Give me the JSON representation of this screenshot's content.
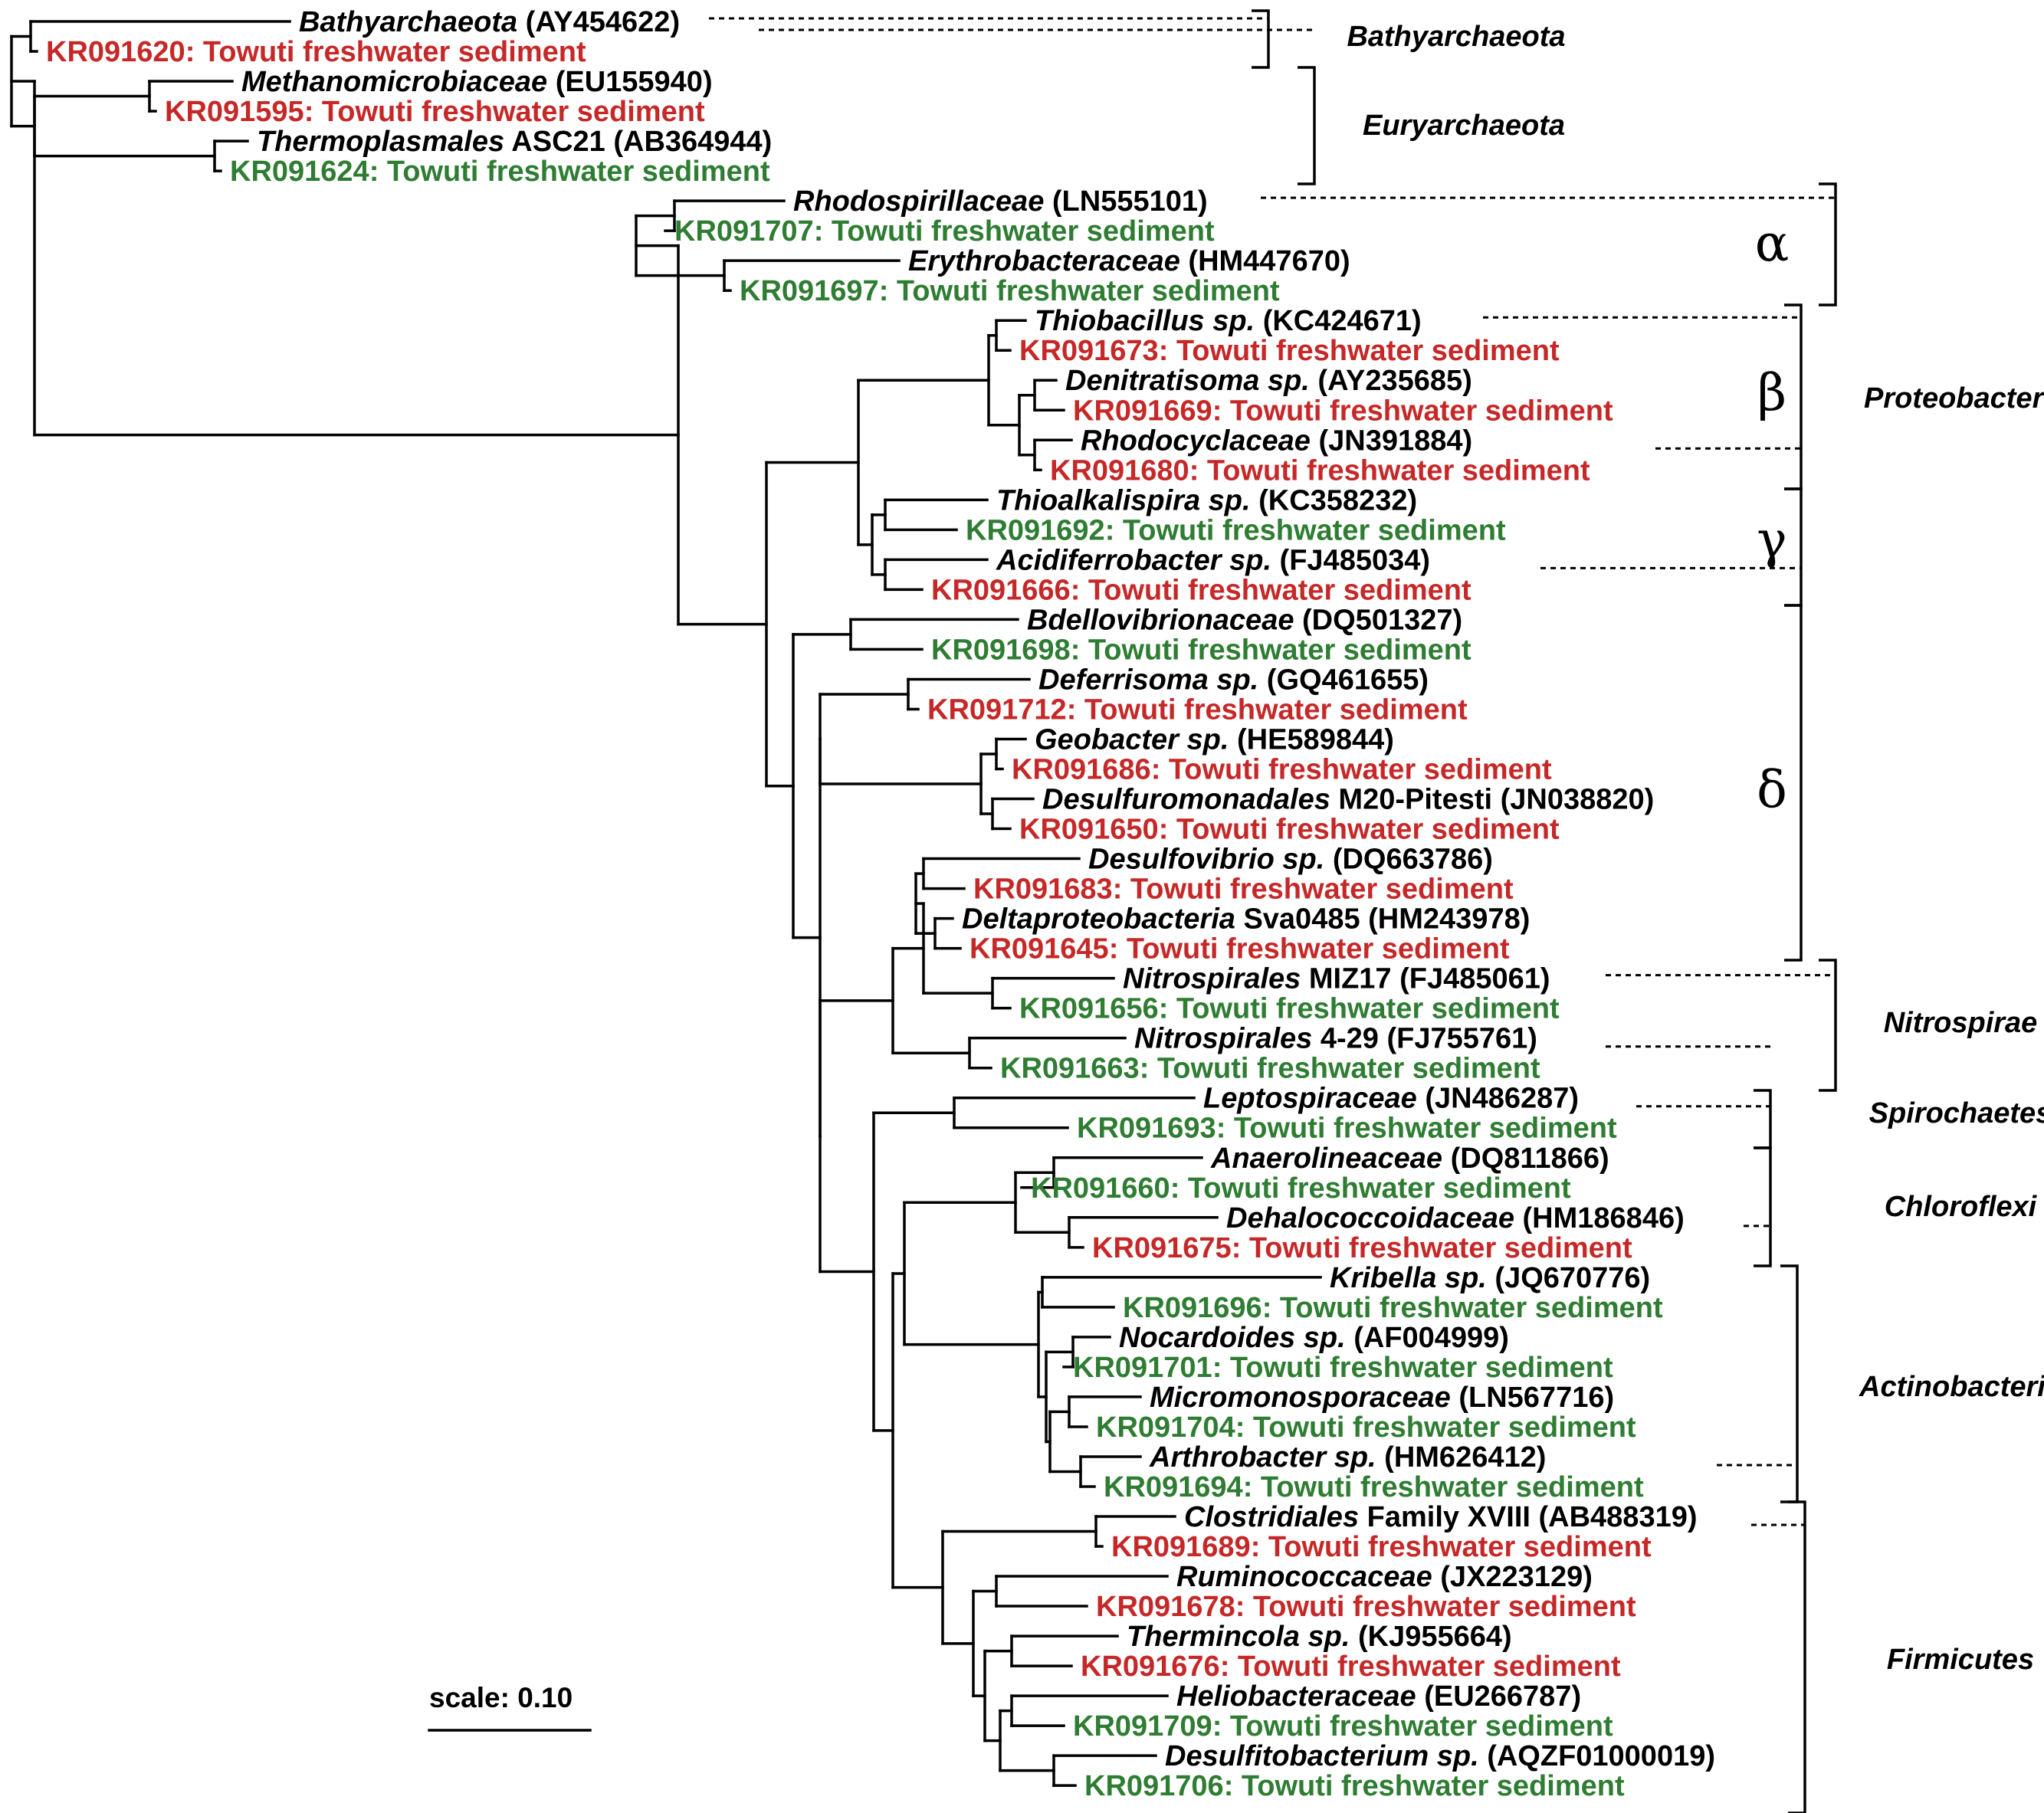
{
  "colors": {
    "black": "#000000",
    "red": "#c62828",
    "green": "#2e7d32"
  },
  "scale": {
    "label": "scale: 0.10"
  },
  "phyla": [
    "Bathyarchaeota",
    "Euryarchaeota",
    "Proteobacteria",
    "Nitrospirae",
    "Spirochaetes",
    "Chloroflexi",
    "Actinobacteria",
    "Firmicutes"
  ],
  "classes": [
    "α",
    "β",
    "γ",
    "δ"
  ],
  "leaves": [
    {
      "type": "ref",
      "italic": "Bathyarchaeota",
      "rest": " (AY454622)"
    },
    {
      "type": "red",
      "text": "KR091620: Towuti freshwater sediment"
    },
    {
      "type": "ref",
      "italic": "Methanomicrobiaceae",
      "rest": " (EU155940)"
    },
    {
      "type": "red",
      "text": "KR091595: Towuti freshwater sediment"
    },
    {
      "type": "ref",
      "italic": "Thermoplasmales",
      "rest": " ASC21 (AB364944)"
    },
    {
      "type": "green",
      "text": "KR091624: Towuti freshwater sediment"
    },
    {
      "type": "ref",
      "italic": "Rhodospirillaceae",
      "rest": " (LN555101)"
    },
    {
      "type": "green",
      "text": "KR091707: Towuti freshwater sediment"
    },
    {
      "type": "ref",
      "italic": "Erythrobacteraceae",
      "rest": " (HM447670)"
    },
    {
      "type": "green",
      "text": "KR091697: Towuti freshwater sediment"
    },
    {
      "type": "ref",
      "italic": "Thiobacillus sp.",
      "rest": " (KC424671)"
    },
    {
      "type": "red",
      "text": "KR091673: Towuti freshwater sediment"
    },
    {
      "type": "ref",
      "italic": "Denitratisoma sp.",
      "rest": " (AY235685)"
    },
    {
      "type": "red",
      "text": "KR091669: Towuti freshwater sediment"
    },
    {
      "type": "ref",
      "italic": "Rhodocyclaceae",
      "rest": " (JN391884)"
    },
    {
      "type": "red",
      "text": "KR091680: Towuti freshwater sediment"
    },
    {
      "type": "ref",
      "italic": "Thioalkalispira sp.",
      "rest": " (KC358232)"
    },
    {
      "type": "green",
      "text": "KR091692: Towuti freshwater sediment"
    },
    {
      "type": "ref",
      "italic": "Acidiferrobacter sp.",
      "rest": " (FJ485034)"
    },
    {
      "type": "red",
      "text": "KR091666: Towuti freshwater sediment"
    },
    {
      "type": "ref",
      "italic": "Bdellovibrionaceae",
      "rest": " (DQ501327)"
    },
    {
      "type": "green",
      "text": "KR091698: Towuti freshwater sediment"
    },
    {
      "type": "ref",
      "italic": "Deferrisoma sp.",
      "rest": " (GQ461655)"
    },
    {
      "type": "red",
      "text": "KR091712: Towuti freshwater sediment"
    },
    {
      "type": "ref",
      "italic": "Geobacter sp.",
      "rest": " (HE589844)"
    },
    {
      "type": "red",
      "text": "KR091686: Towuti freshwater sediment"
    },
    {
      "type": "ref",
      "italic": "Desulfuromonadales",
      "rest": " M20-Pitesti (JN038820)"
    },
    {
      "type": "red",
      "text": "KR091650: Towuti freshwater sediment"
    },
    {
      "type": "ref",
      "italic": "Desulfovibrio sp.",
      "rest": " (DQ663786)"
    },
    {
      "type": "red",
      "text": "KR091683: Towuti freshwater sediment"
    },
    {
      "type": "ref",
      "italic": "Deltaproteobacteria",
      "rest": " Sva0485 (HM243978)"
    },
    {
      "type": "red",
      "text": "KR091645: Towuti freshwater sediment"
    },
    {
      "type": "ref",
      "italic": "Nitrospirales",
      "rest": " MIZ17 (FJ485061)"
    },
    {
      "type": "green",
      "text": "KR091656: Towuti freshwater sediment"
    },
    {
      "type": "ref",
      "italic": "Nitrospirales",
      "rest": " 4-29 (FJ755761)"
    },
    {
      "type": "green",
      "text": "KR091663: Towuti freshwater sediment"
    },
    {
      "type": "ref",
      "italic": "Leptospiraceae",
      "rest": " (JN486287)"
    },
    {
      "type": "green",
      "text": "KR091693: Towuti freshwater sediment"
    },
    {
      "type": "ref",
      "italic": "Anaerolineaceae",
      "rest": " (DQ811866)"
    },
    {
      "type": "green",
      "text": "KR091660: Towuti freshwater sediment"
    },
    {
      "type": "ref",
      "italic": "Dehalococcoidaceae",
      "rest": " (HM186846)"
    },
    {
      "type": "red",
      "text": "KR091675: Towuti freshwater sediment"
    },
    {
      "type": "ref",
      "italic": "Kribella sp.",
      "rest": " (JQ670776)"
    },
    {
      "type": "green",
      "text": "KR091696: Towuti freshwater sediment"
    },
    {
      "type": "ref",
      "italic": "Nocardoides sp.",
      "rest": " (AF004999)"
    },
    {
      "type": "green",
      "text": "KR091701: Towuti freshwater sediment"
    },
    {
      "type": "ref",
      "italic": "Micromonosporaceae",
      "rest": " (LN567716)"
    },
    {
      "type": "green",
      "text": "KR091704: Towuti freshwater sediment"
    },
    {
      "type": "ref",
      "italic": "Arthrobacter sp.",
      "rest": " (HM626412)"
    },
    {
      "type": "green",
      "text": "KR091694: Towuti freshwater sediment"
    },
    {
      "type": "ref",
      "italic": "Clostridiales",
      "rest": " Family XVIII (AB488319)"
    },
    {
      "type": "red",
      "text": "KR091689: Towuti freshwater sediment"
    },
    {
      "type": "ref",
      "italic": "Ruminococcaceae",
      "rest": " (JX223129)"
    },
    {
      "type": "red",
      "text": "KR091678: Towuti freshwater sediment"
    },
    {
      "type": "ref",
      "italic": "Thermincola sp.",
      "rest": " (KJ955664)"
    },
    {
      "type": "red",
      "text": "KR091676: Towuti freshwater sediment"
    },
    {
      "type": "ref",
      "italic": "Heliobacteraceae",
      "rest": " (EU266787)"
    },
    {
      "type": "green",
      "text": "KR091709: Towuti freshwater sediment"
    },
    {
      "type": "ref",
      "italic": "Desulfitobacterium sp.",
      "rest": " (AQZF01000019)"
    },
    {
      "type": "green",
      "text": "KR091706: Towuti freshwater sediment"
    }
  ]
}
